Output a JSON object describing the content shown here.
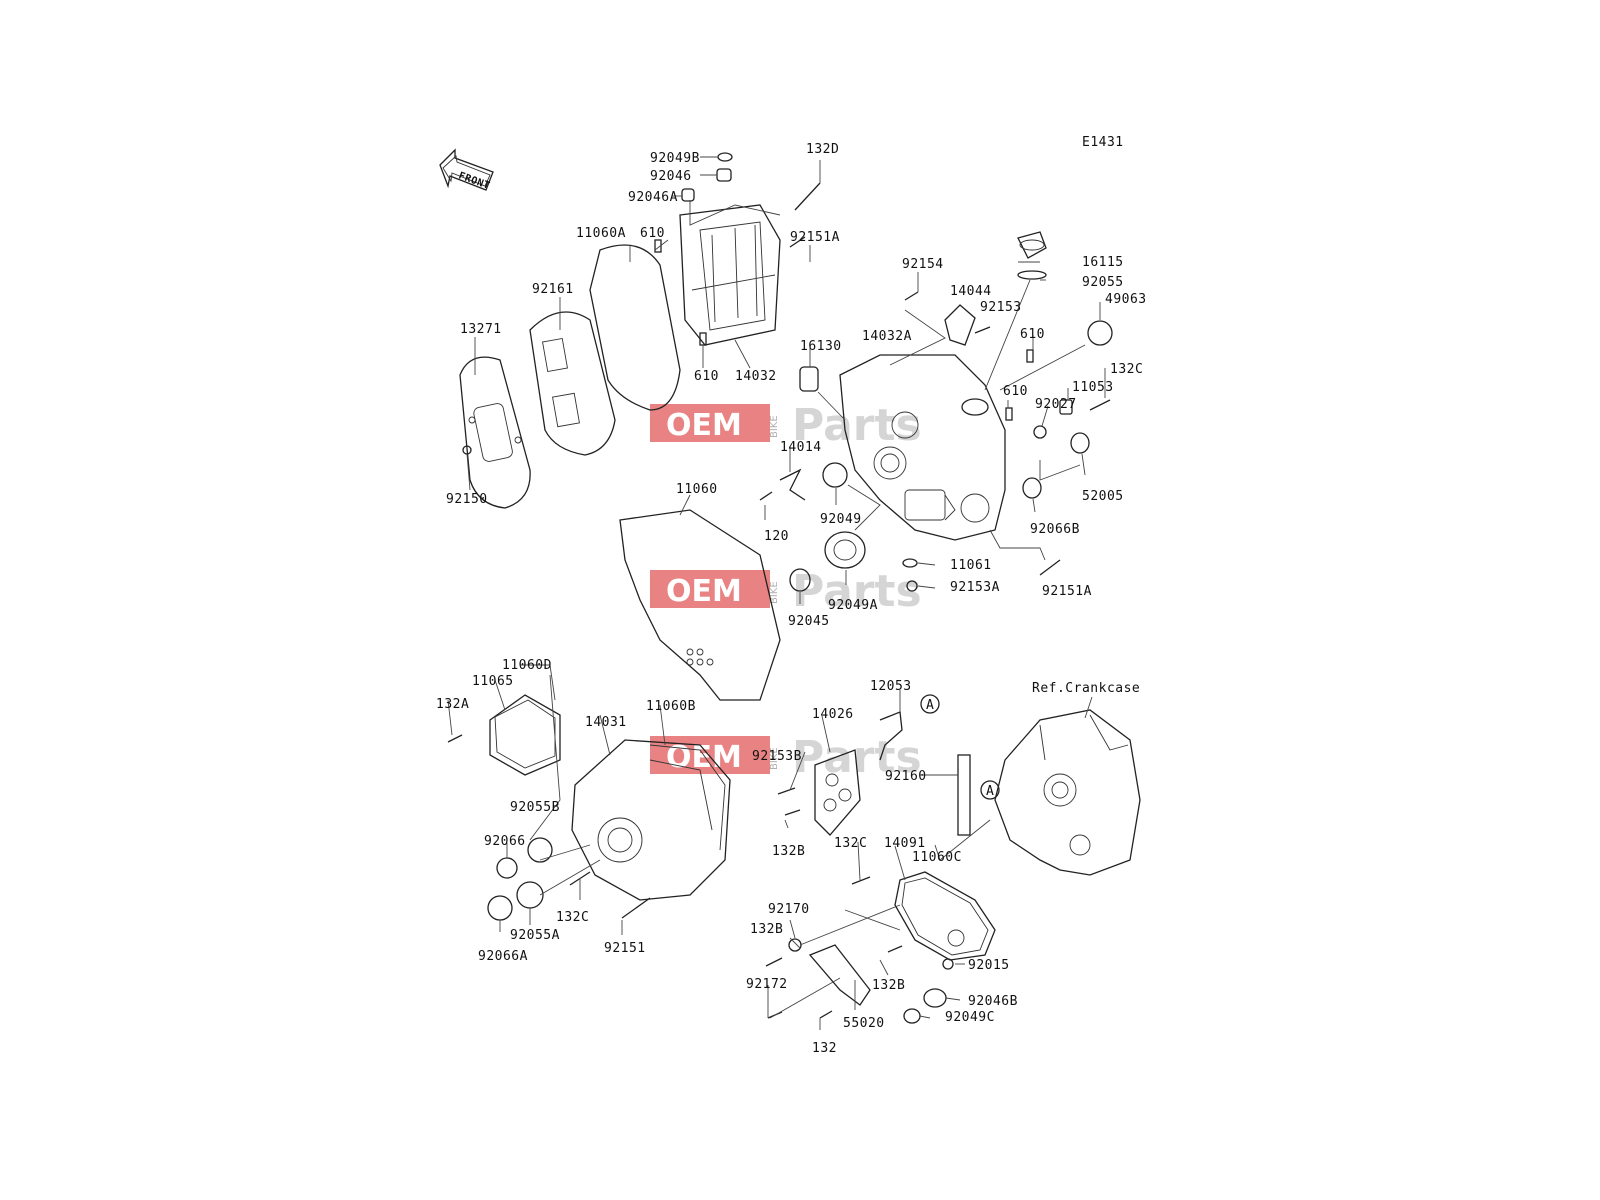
{
  "diagram_code": "E1431",
  "front_arrow_label": "FRONT",
  "reference_label": "Ref.Crankcase",
  "ref_marker": "A",
  "watermark": {
    "oem": "OEM",
    "bike": "BIKE",
    "parts": "Parts",
    "color": "#e25a5a"
  },
  "part_labels": [
    "92049B",
    "92046",
    "92046A",
    "132D",
    "11060A",
    "610",
    "92151A",
    "92161",
    "13271",
    "610",
    "14032",
    "92150",
    "92154",
    "16115",
    "92055",
    "14044",
    "92153",
    "49063",
    "16130",
    "14032A",
    "610",
    "132C",
    "610",
    "11053",
    "92027",
    "14014",
    "52005",
    "120",
    "92049",
    "92066B",
    "11060",
    "11061",
    "92153A",
    "92151A",
    "92045",
    "92049A",
    "11060D",
    "11065",
    "132A",
    "14031",
    "11060B",
    "92055B",
    "92066",
    "132C",
    "92055A",
    "92066A",
    "92151",
    "12053",
    "14026",
    "92153B",
    "92160",
    "132B",
    "132C",
    "14091",
    "11060C",
    "92170",
    "132B",
    "92015",
    "132B",
    "92172",
    "92046B",
    "92049C",
    "55020",
    "132"
  ]
}
